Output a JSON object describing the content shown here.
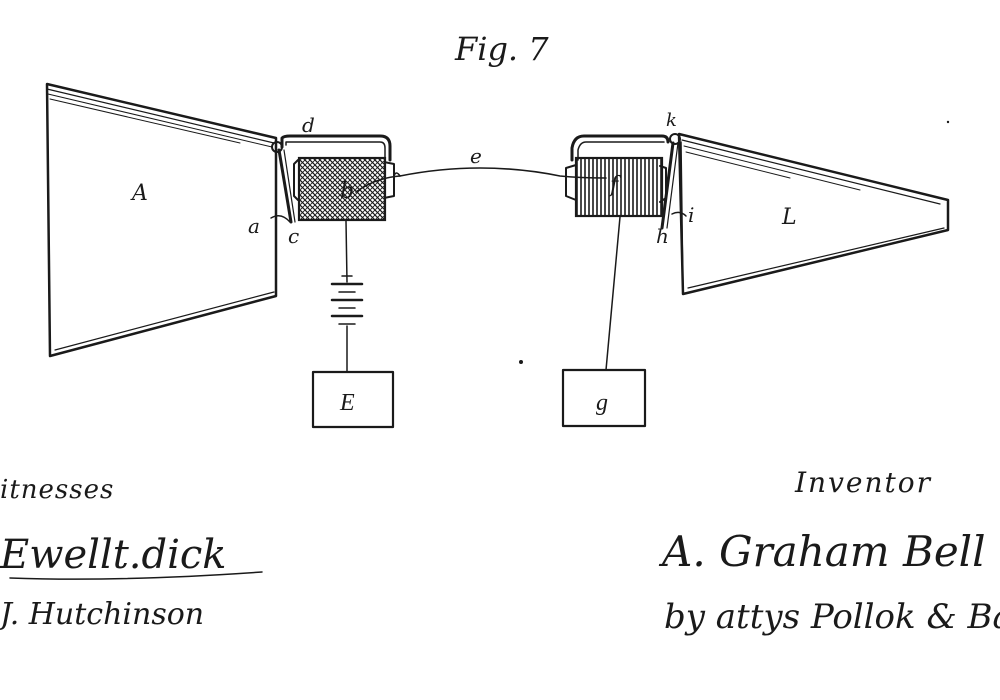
{
  "figure": {
    "title": "Fig. 7"
  },
  "labels": {
    "A": "A",
    "a": "a",
    "c": "c",
    "d": "d",
    "b": "b",
    "e": "e",
    "f": "f",
    "k": "k",
    "h": "h",
    "i": "i",
    "L": "L",
    "E": "E",
    "g": "g"
  },
  "witnesses": {
    "heading": "itnesses",
    "signature_1": "Ewellt.dick",
    "signature_2": "J. Hutchinson"
  },
  "inventor": {
    "heading": "Inventor",
    "signature_1": "A. Graham Bell",
    "signature_2": "by attys Pollok & Bail"
  }
}
